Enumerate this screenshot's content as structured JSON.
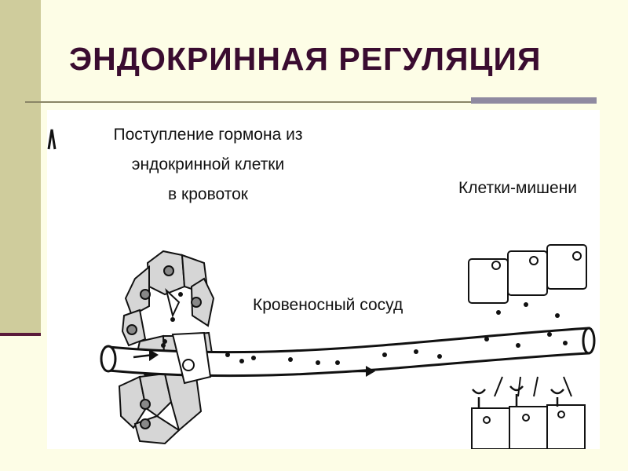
{
  "slide": {
    "title": "ЭНДОКРИННАЯ РЕГУЛЯЦИЯ"
  },
  "diagram": {
    "caption_line1": "Поступление гормона из",
    "caption_line2": "эндокринной клетки",
    "caption_line3": "в кровоток",
    "target_cells_label": "Клетки-мишени",
    "vessel_label": "Кровеносный сосуд"
  },
  "colors": {
    "title": "#3a0c30",
    "side_bar": "#cfcc9c",
    "accent": "#8f8aa0"
  }
}
